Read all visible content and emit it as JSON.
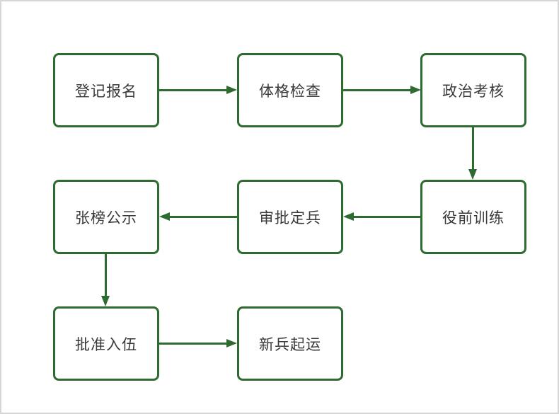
{
  "diagram": {
    "type": "flowchart",
    "description": "enlistment process flow",
    "nodes": [
      {
        "id": "register",
        "label": "登记报名"
      },
      {
        "id": "physical",
        "label": "体格检查"
      },
      {
        "id": "political",
        "label": "政治考核"
      },
      {
        "id": "training",
        "label": "役前训练"
      },
      {
        "id": "determination",
        "label": "审批定兵"
      },
      {
        "id": "announcement",
        "label": "张榜公示"
      },
      {
        "id": "approval",
        "label": "批准入伍"
      },
      {
        "id": "departure",
        "label": "新兵起运"
      }
    ],
    "edges": [
      {
        "from": "register",
        "to": "physical",
        "direction": "right"
      },
      {
        "from": "physical",
        "to": "political",
        "direction": "right"
      },
      {
        "from": "political",
        "to": "training",
        "direction": "down"
      },
      {
        "from": "training",
        "to": "determination",
        "direction": "left"
      },
      {
        "from": "determination",
        "to": "announcement",
        "direction": "left"
      },
      {
        "from": "announcement",
        "to": "approval",
        "direction": "down"
      },
      {
        "from": "approval",
        "to": "departure",
        "direction": "right"
      }
    ],
    "colors": {
      "line": "#2e6b30",
      "node_border": "#2e6b30",
      "node_fill": "#ffffff",
      "text": "#3a3a3a",
      "canvas_background": "#ffffff",
      "canvas_border": "#d6d6d6"
    }
  }
}
